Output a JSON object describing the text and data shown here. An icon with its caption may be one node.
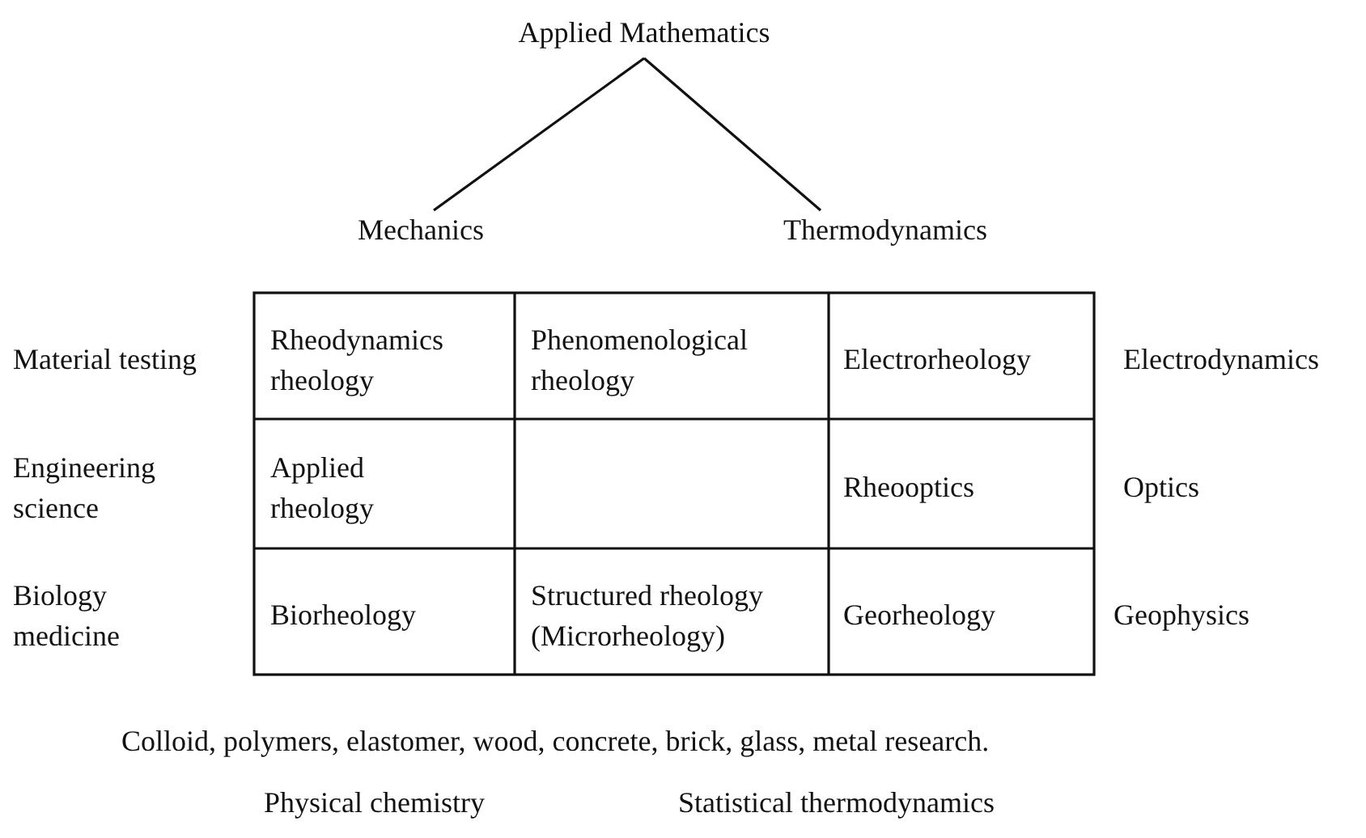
{
  "diagram": {
    "nodes": [
      {
        "text": [
          "Applied Mathematics"
        ]
      },
      {
        "text": [
          "Mechanics"
        ]
      },
      {
        "text": [
          "Thermodynamics"
        ]
      }
    ],
    "edges": [
      {
        "from": 0,
        "to": 1,
        "arrow": "none"
      },
      {
        "from": 0,
        "to": 2,
        "arrow": "none"
      }
    ],
    "labels": [
      "Material testing",
      "Rheodynamics rheology",
      "Phenomenological rheology",
      "Electrorheology",
      "Electrodynamics",
      "Engineering science",
      "Applied rheology",
      "Rheooptics",
      "Optics",
      "Biology medicine",
      "Biorheology",
      "Structured rheology (Microrheology)",
      "Georheology",
      "Geophysics",
      "Colloid, polymers, elastomer, wood, concrete, brick, glass, metal research.",
      "Physical chemistry",
      "Statistical thermodynamics"
    ]
  }
}
